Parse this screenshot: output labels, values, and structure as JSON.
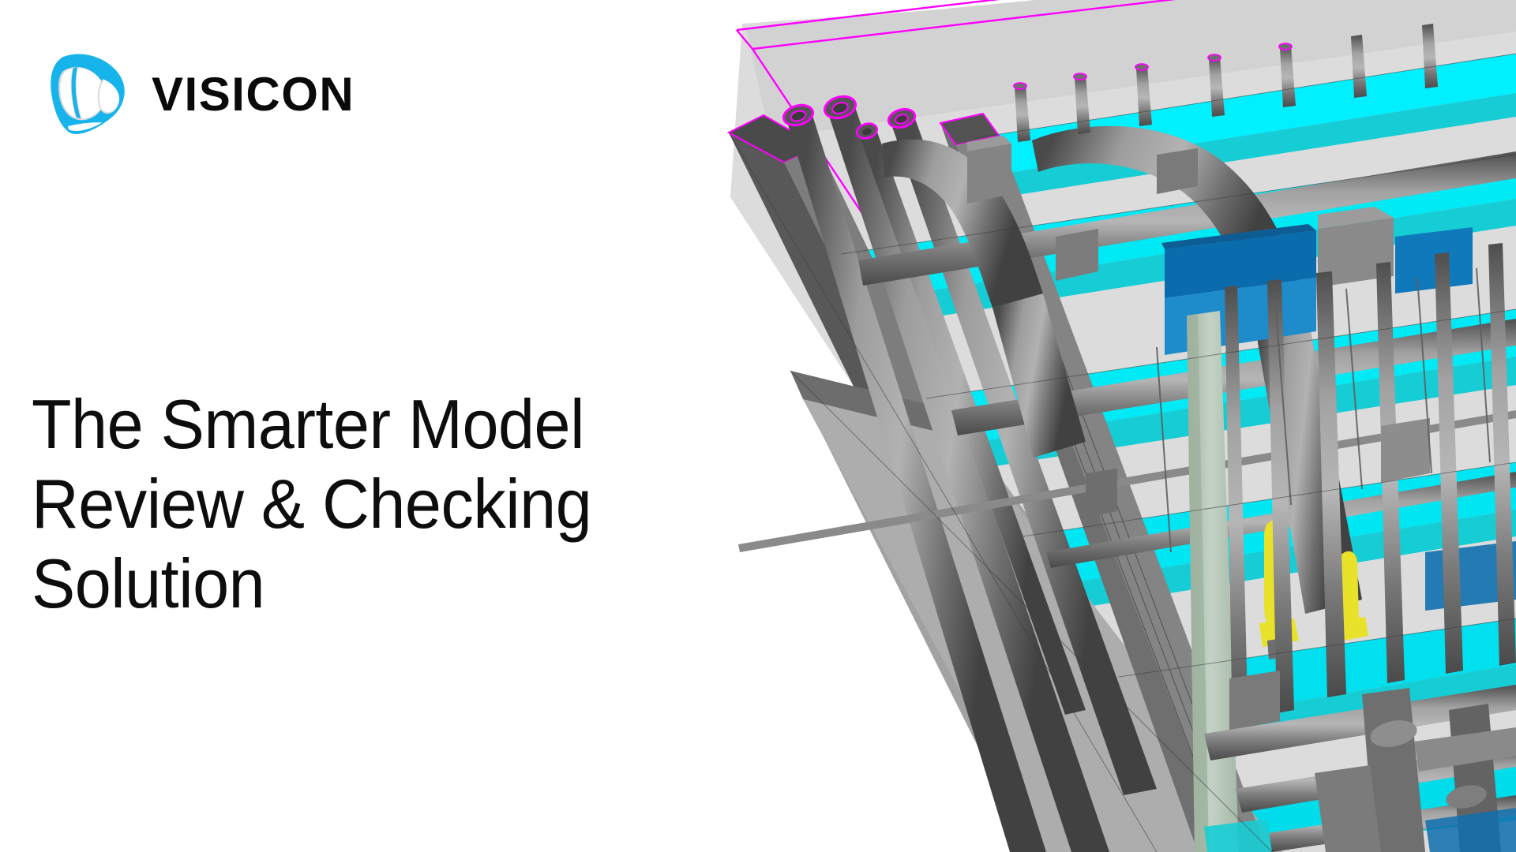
{
  "brand": {
    "wordmark": "VISICON",
    "mark_icon": "visicon-logo-icon",
    "mark_color": "#17b4ec",
    "mark_inner_color": "#ffffff",
    "mark_shadow_color": "#d9d9d9",
    "wordmark_color": "#0a0a0a"
  },
  "headline": {
    "line1": "The Smarter Model",
    "line2": "Review & Checking",
    "line3": "Solution",
    "color": "#0d0d0d"
  },
  "viewport": {
    "name": "bim-model-3d-view",
    "description": "3D BIM coordination model viewed from below showing MEP services beneath a concrete slab",
    "palette": {
      "background": "#ffffff",
      "slab_light": "#d6d6d6",
      "slab_mid": "#c8c8c8",
      "slab_shadow": "#bdbdbd",
      "beam_cyan_bright": "#00f0ff",
      "beam_cyan_mid": "#1ad6dd",
      "beam_cyan_dark": "#12c3cb",
      "pipe_light": "#a8a8a8",
      "pipe_mid": "#7d7d7d",
      "pipe_dark": "#5a5a5a",
      "pipe_darkest": "#3f3f3f",
      "duct_gray": "#636363",
      "equipment_blue_dark": "#0a6cad",
      "equipment_blue_light": "#1e8ccb",
      "column_green": "#b7c9b9",
      "valve_yellow": "#e8e22a",
      "clash_magenta": "#ff00ff",
      "edge_line": "#2b2b2b"
    },
    "elements": [
      {
        "name": "concrete-slab-soffit",
        "color": "#d6d6d6"
      },
      {
        "name": "magenta-highlighted-slab-edge",
        "color": "#ff00ff"
      },
      {
        "name": "cyan-structural-beams",
        "color": "#00f0ff",
        "count": 6
      },
      {
        "name": "vertical-riser-pipes",
        "color": "#6e6e6e",
        "count": 4
      },
      {
        "name": "magenta-highlighted-pipe-ends",
        "color": "#ff00ff",
        "count": 4
      },
      {
        "name": "rectangular-duct-run",
        "color": "#636363"
      },
      {
        "name": "large-bent-duct",
        "color": "#7d7d7d"
      },
      {
        "name": "blue-mechanical-equipment",
        "color": "#0a6cad"
      },
      {
        "name": "green-structural-column",
        "color": "#b7c9b9"
      },
      {
        "name": "yellow-valve-assemblies",
        "color": "#e8e22a",
        "count": 2
      },
      {
        "name": "cable-tray",
        "color": "#8a8a8a"
      }
    ]
  }
}
